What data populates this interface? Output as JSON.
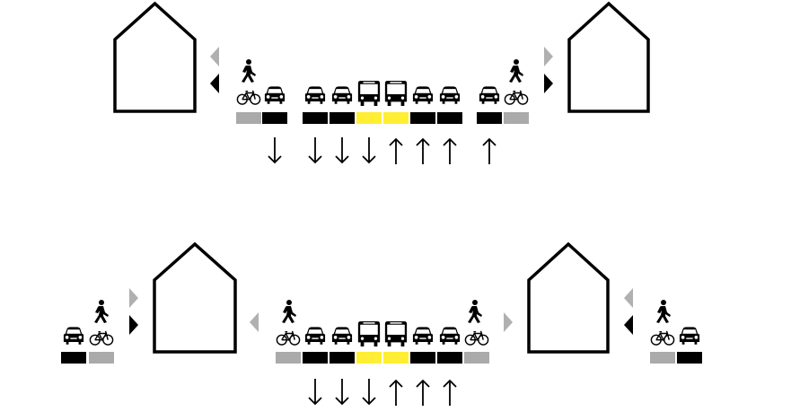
{
  "colors": {
    "car_lane": "#000000",
    "bus_lane": "#ffee33",
    "bike_lane": "#aaaaaa",
    "building_stroke": "#000000",
    "access_light": "#b0b0b0",
    "access_dark": "#000000",
    "arrow": "#000000"
  },
  "icons": {
    "building": "house-outline-icon",
    "pedestrian": "pedestrian-icon",
    "bicycle": "bicycle-icon",
    "car": "car-icon",
    "bus": "bus-icon",
    "arrow_up": "arrow-up-icon",
    "arrow_down": "arrow-down-icon",
    "access_triangle": "triangle-icon"
  },
  "scenarios": [
    {
      "id": "current",
      "lanes": [
        "bike",
        "car",
        "gap",
        "car",
        "car",
        "bus",
        "bus",
        "car",
        "car",
        "gap",
        "car",
        "bike"
      ],
      "directions": [
        "",
        "down",
        "",
        "down",
        "down",
        "down",
        "up",
        "up",
        "up",
        "",
        "up",
        ""
      ]
    },
    {
      "id": "proposed",
      "lanes": [
        "bike",
        "car",
        "car",
        "bus",
        "bus",
        "car",
        "car",
        "bike"
      ],
      "directions": [
        "",
        "down",
        "down",
        "down",
        "up",
        "up",
        "up",
        ""
      ]
    }
  ]
}
